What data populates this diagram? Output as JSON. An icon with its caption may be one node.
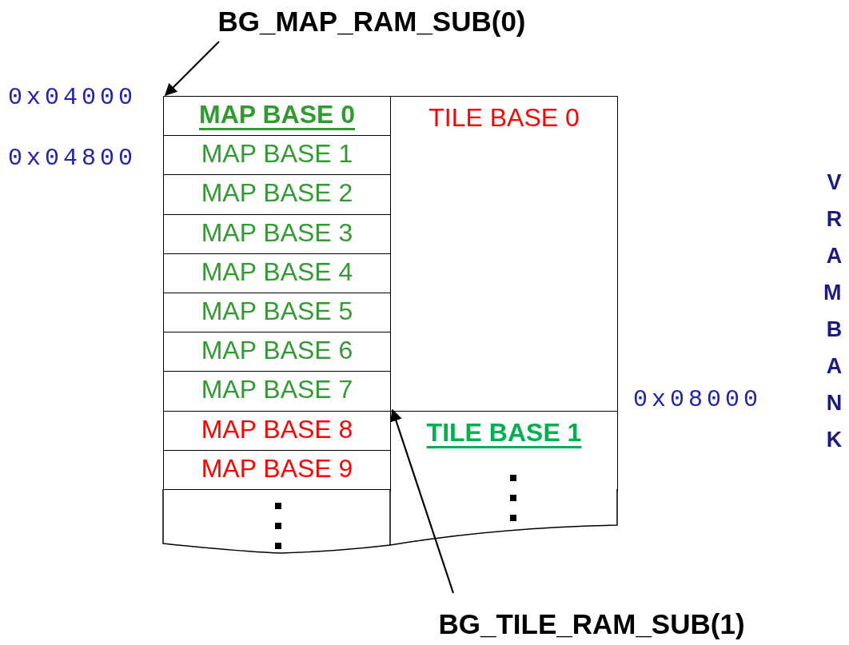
{
  "diagram": {
    "nodes": [
      {
        "text": [
          "BG_MAP_RAM_SUB(0)"
        ]
      },
      {
        "text": [
          "MAP BASE 0"
        ]
      },
      {
        "text": [
          "MAP BASE 1"
        ]
      },
      {
        "text": [
          "MAP BASE 2"
        ]
      },
      {
        "text": [
          "MAP BASE 3"
        ]
      },
      {
        "text": [
          "MAP BASE 4"
        ]
      },
      {
        "text": [
          "MAP BASE 5"
        ]
      },
      {
        "text": [
          "MAP BASE 6"
        ]
      },
      {
        "text": [
          "MAP BASE 7"
        ]
      },
      {
        "text": [
          "MAP BASE 8"
        ]
      },
      {
        "text": [
          "MAP BASE 9"
        ]
      },
      {
        "text": [
          "TILE BASE 0"
        ]
      },
      {
        "text": [
          "TILE BASE 1"
        ]
      },
      {
        "text": [
          "BG_TILE_RAM_SUB(1)"
        ]
      }
    ],
    "edges": [
      {
        "from": 0,
        "to": 1,
        "arrow": "to"
      },
      {
        "from": 13,
        "to": 12,
        "arrow": "to"
      }
    ],
    "labels": [
      "0x04000",
      "0x04800",
      "0x08000",
      "VRAM BANK"
    ]
  }
}
